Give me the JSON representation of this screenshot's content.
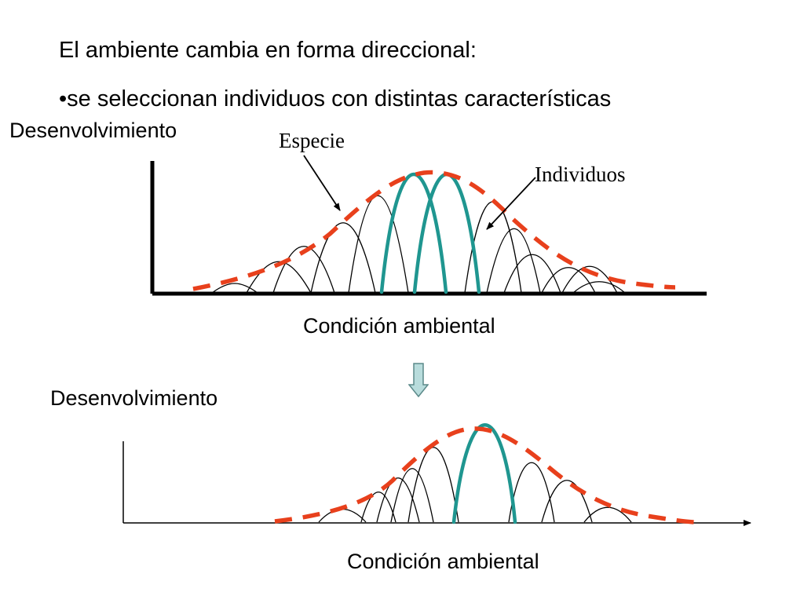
{
  "heading": "El ambiente cambia en forma direccional:",
  "bullet": "•se seleccionan individuos con distintas características",
  "diagrams": [
    {
      "y_label": "Desenvolvimiento",
      "x_label": "Condición ambiental",
      "species_label": "Especie",
      "individuals_label": "Individuos"
    },
    {
      "y_label": "Desenvolvimiento",
      "x_label": "Condición ambiental"
    }
  ],
  "colors": {
    "species_curve": "#e8401c",
    "selected_individuals": "#1f9690",
    "individual_curves": "#000000",
    "transition_arrow_fill": "#b8dcdc",
    "transition_arrow_stroke": "#5c8a8a"
  },
  "icons": {
    "transition": "down-arrow-icon"
  }
}
